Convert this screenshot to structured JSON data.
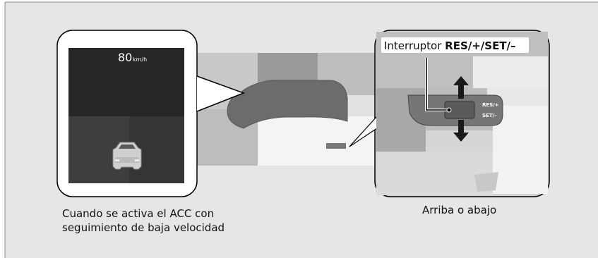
{
  "display": {
    "speed_value": "80",
    "speed_unit": "km/h"
  },
  "switch_callout": {
    "label_prefix": "Interruptor ",
    "label_bold": "RES/+/SET/–",
    "button_up_label": "RES/+",
    "button_down_label": "SET/–"
  },
  "captions": {
    "left_line1": "Cuando se activa el ACC con",
    "left_line2": "seguimiento de baja velocidad",
    "right": "Arriba o abajo"
  },
  "colors": {
    "frame_background": "#e6e6e6",
    "display_screen": "#2d2d2d",
    "callout_border": "#000000",
    "arrow": "#1a1a1a"
  },
  "icons": [
    "car-icon",
    "arrow-up-icon",
    "arrow-down-icon"
  ]
}
